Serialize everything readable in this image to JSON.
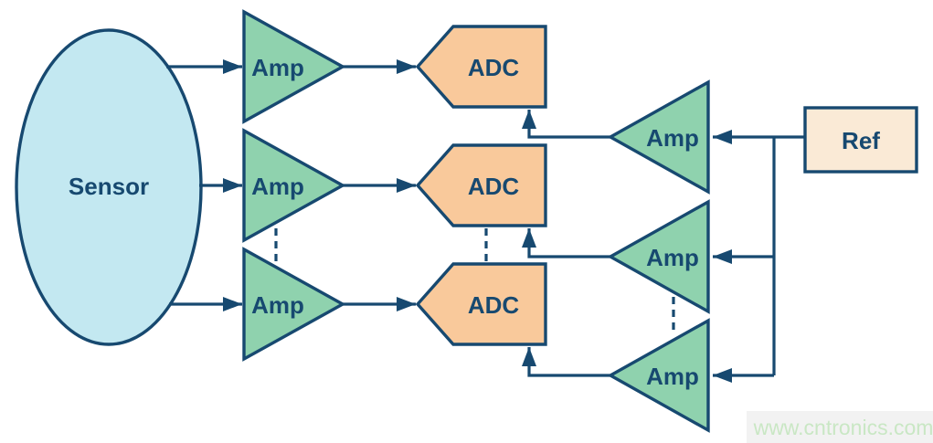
{
  "diagram": {
    "description_labels": {
      "sensor": "Sensor",
      "ref": "Ref"
    },
    "sensor": {
      "label": "Sensor"
    },
    "left_amps": [
      {
        "label": "Amp"
      },
      {
        "label": "Amp"
      },
      {
        "label": "Amp"
      }
    ],
    "adcs": [
      {
        "label": "ADC"
      },
      {
        "label": "ADC"
      },
      {
        "label": "ADC"
      }
    ],
    "right_amps": [
      {
        "label": "Amp"
      },
      {
        "label": "Amp"
      },
      {
        "label": "Amp"
      }
    ],
    "ref": {
      "label": "Ref"
    },
    "watermark": {
      "text": "www.cntronics.com",
      "color": "#c9e7c4",
      "bg": "#f2f2f2"
    },
    "colors": {
      "outline": "#174970",
      "text": "#174970",
      "sensor_fill": "#c3e8f1",
      "amp_fill": "#8fd2ae",
      "adc_fill": "#f9c99b",
      "ref_fill": "#faead6"
    }
  }
}
